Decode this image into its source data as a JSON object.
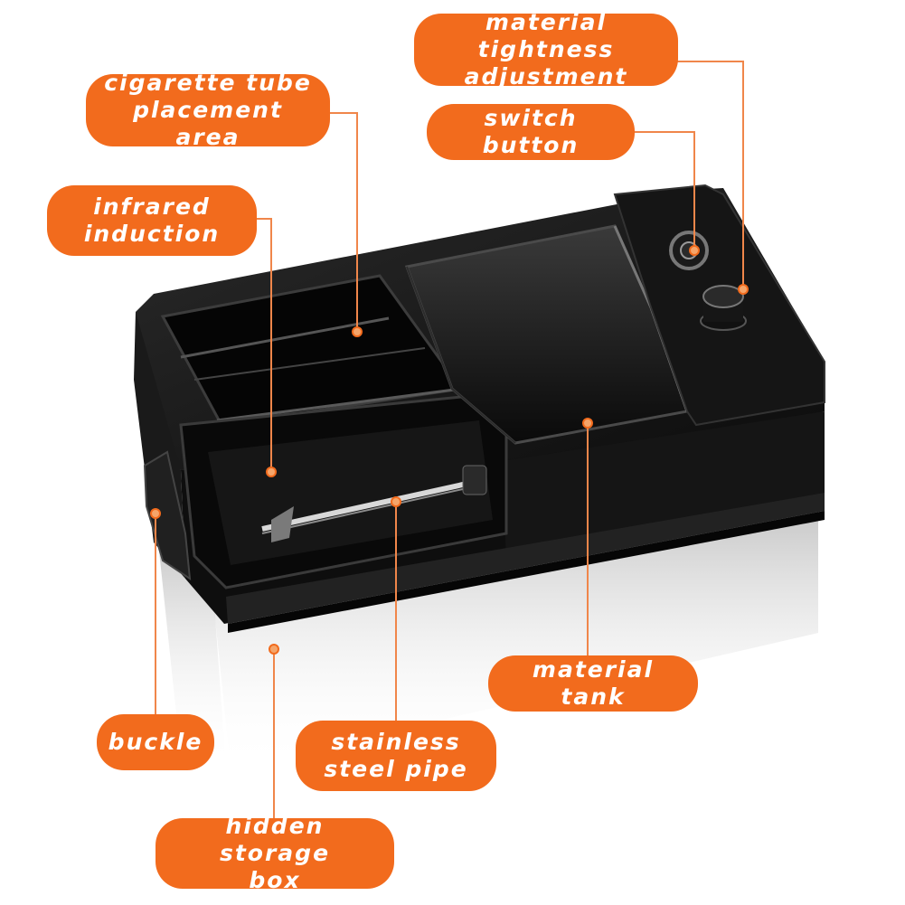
{
  "callouts": {
    "material_tightness_adjustment": {
      "line1": "material tightness",
      "line2": "adjustment"
    },
    "cigarette_tube_placement_area": {
      "line1": "cigarette tube",
      "line2": "placement area"
    },
    "switch_button": {
      "line1": "switch button"
    },
    "infrared_induction": {
      "line1": "infrared",
      "line2": "induction"
    },
    "material_tank": {
      "line1": "material tank"
    },
    "buckle": {
      "line1": "buckle"
    },
    "stainless_steel_pipe": {
      "line1": "stainless",
      "line2": "steel pipe"
    },
    "hidden_storage_box": {
      "line1": "hidden storage",
      "line2": "box"
    }
  },
  "colors": {
    "callout_fill": "#f26b1d",
    "callout_text": "#ffffff",
    "leader_line": "#f0864a",
    "device_body": "#121212"
  }
}
